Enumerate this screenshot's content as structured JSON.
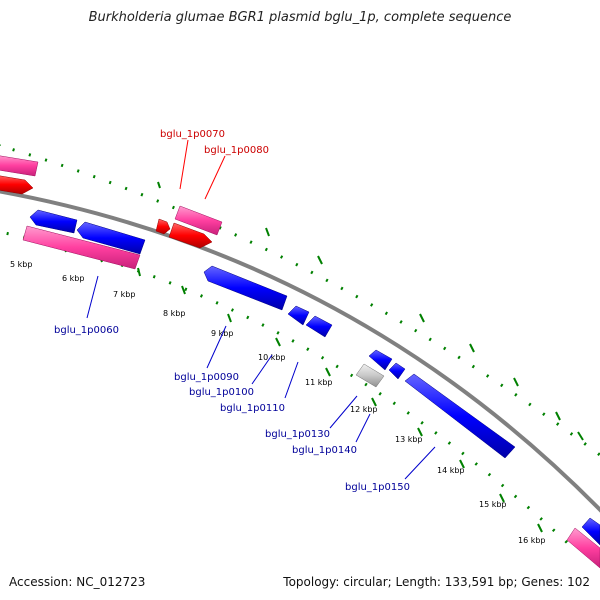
{
  "title": "Burkholderia glumae BGR1 plasmid bglu_1p, complete sequence",
  "footer": {
    "accession": "Accession: NC_012723",
    "summary": "Topology: circular; Length: 133,591 bp; Genes: 102"
  },
  "colors": {
    "backbone": "#808080",
    "forward_cds": "#ff0000",
    "forward_rna": "#ff3fa0",
    "reverse_cds": "#0000ff",
    "pseudo": "#c8c8c8",
    "gc_ticks": "#008000",
    "label_forward": "#cc0000",
    "label_reverse": "#000099"
  },
  "kbp_ticks": [
    "5 kbp",
    "6 kbp",
    "7 kbp",
    "8 kbp",
    "9 kbp",
    "10 kbp",
    "11 kbp",
    "12 kbp",
    "13 kbp",
    "14 kbp",
    "15 kbp",
    "16 kbp"
  ],
  "gene_labels": [
    {
      "id": "bglu_1p0070",
      "text": "bglu_1p0070",
      "strand": "forward"
    },
    {
      "id": "bglu_1p0080",
      "text": "bglu_1p0080",
      "strand": "forward"
    },
    {
      "id": "bglu_1p0060",
      "text": "bglu_1p0060",
      "strand": "reverse"
    },
    {
      "id": "bglu_1p0090",
      "text": "bglu_1p0090",
      "strand": "reverse"
    },
    {
      "id": "bglu_1p0100",
      "text": "bglu_1p0100",
      "strand": "reverse"
    },
    {
      "id": "bglu_1p0110",
      "text": "bglu_1p0110",
      "strand": "reverse"
    },
    {
      "id": "bglu_1p0130",
      "text": "bglu_1p0130",
      "strand": "reverse"
    },
    {
      "id": "bglu_1p0140",
      "text": "bglu_1p0140",
      "strand": "reverse"
    },
    {
      "id": "bglu_1p0150",
      "text": "bglu_1p0150",
      "strand": "reverse"
    }
  ]
}
